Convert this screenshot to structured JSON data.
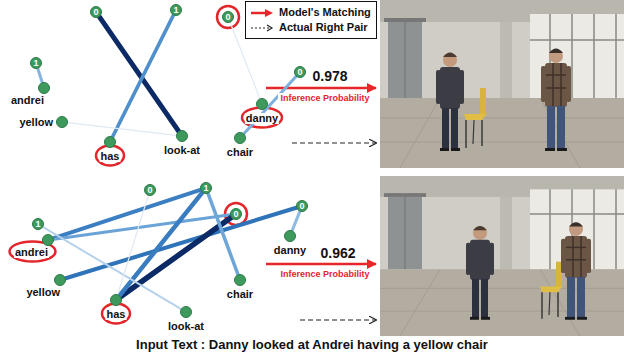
{
  "diagram": {
    "caption": "Input Text : Danny looked at Andrei having a yellow chair",
    "nodes": [
      {
        "text": [
          "0"
        ]
      },
      {
        "text": [
          "1"
        ]
      },
      {
        "text": [
          "0"
        ]
      },
      {
        "text": [
          "1"
        ]
      },
      {
        "text": [
          "0"
        ]
      },
      {
        "text": [
          "andrei"
        ]
      },
      {
        "text": [
          "danny"
        ]
      },
      {
        "text": [
          "yellow"
        ]
      },
      {
        "text": [
          "look-at"
        ]
      },
      {
        "text": [
          "chair"
        ]
      },
      {
        "text": [
          "has"
        ]
      },
      {
        "text": [
          "0"
        ]
      },
      {
        "text": [
          "1"
        ]
      },
      {
        "text": [
          "0"
        ]
      },
      {
        "text": [
          "0"
        ]
      },
      {
        "text": [
          "1"
        ]
      },
      {
        "text": [
          "andrei"
        ]
      },
      {
        "text": [
          "danny"
        ]
      },
      {
        "text": [
          "yellow"
        ]
      },
      {
        "text": [
          "chair"
        ]
      },
      {
        "text": [
          "has"
        ]
      },
      {
        "text": [
          "look-at"
        ]
      }
    ],
    "edges": [
      {
        "from": 3,
        "to": 5,
        "arrow": "none"
      },
      {
        "from": 0,
        "to": 8,
        "arrow": "none"
      },
      {
        "from": 1,
        "to": 10,
        "arrow": "none"
      },
      {
        "from": 4,
        "to": 9,
        "arrow": "none"
      },
      {
        "from": 2,
        "to": 6,
        "arrow": "none"
      },
      {
        "from": 7,
        "to": 8,
        "arrow": "none"
      },
      {
        "from": 16,
        "to": 12,
        "arrow": "none"
      },
      {
        "from": 16,
        "to": 13,
        "arrow": "none"
      },
      {
        "from": 18,
        "to": 14,
        "arrow": "none"
      },
      {
        "from": 20,
        "to": 13,
        "arrow": "none"
      },
      {
        "from": 20,
        "to": 12,
        "arrow": "none"
      },
      {
        "from": 12,
        "to": 19,
        "arrow": "none"
      },
      {
        "from": 14,
        "to": 17,
        "arrow": "none"
      },
      {
        "from": 15,
        "to": 21,
        "arrow": "none"
      },
      {
        "from": 11,
        "to": 20,
        "arrow": "none"
      }
    ],
    "labels": [
      "0.978",
      "Inference Probability",
      "0.962",
      "Inference Probability"
    ],
    "legend": [
      {
        "text": "Model's Matching"
      },
      {
        "text": "Actual Right Pair"
      }
    ]
  }
}
